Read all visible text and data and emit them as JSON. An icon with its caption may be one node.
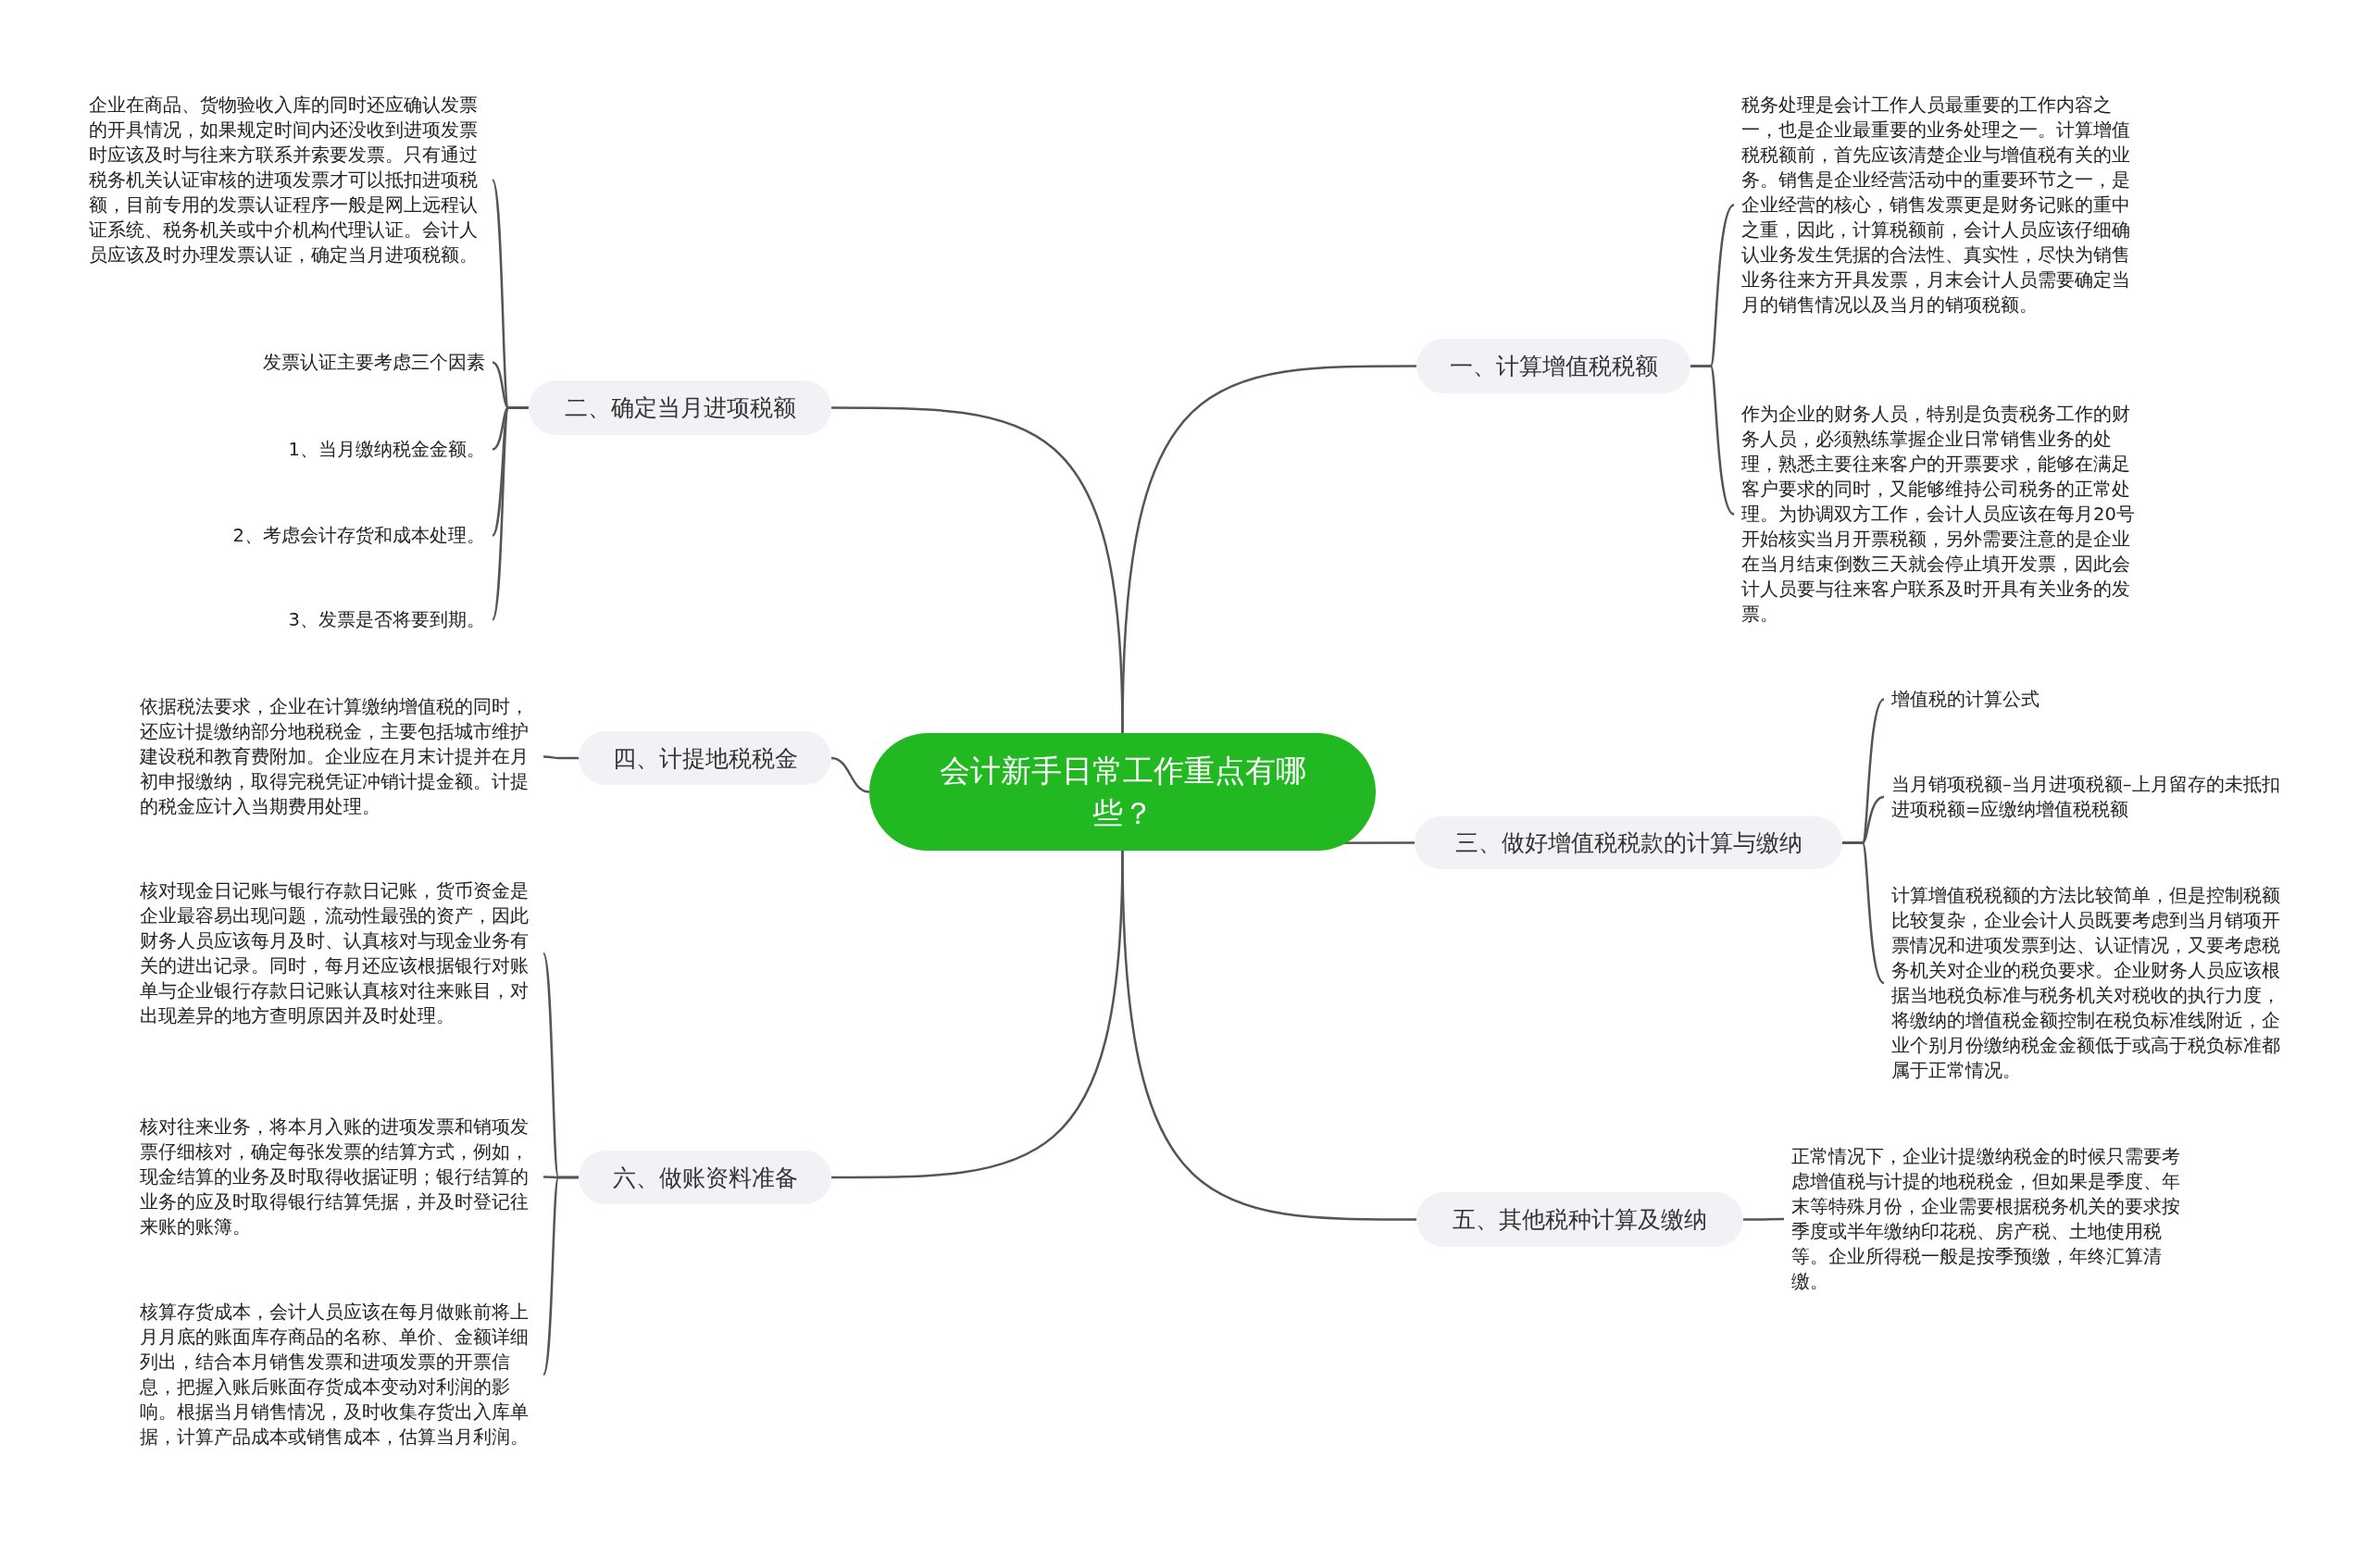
{
  "diagram": {
    "nodes": [
      {
        "text": [
          "会计新手日常工作重点有哪些？"
        ]
      },
      {
        "text": [
          "一、计算增值税税额"
        ]
      },
      {
        "text": [
          "税务处理是会计工作人员最重要的工作内容之一，也是企业最重要的业务处理之一。计算增值税税额前，首先应该清楚企业与增值税有关的业务。销售是企业经营活动中的重要环节之一，是企业经营的核心，销售发票更是财务记账的重中之重，因此，计算税额前，会计人员应该仔细确认业务发生凭据的合法性、真实性，尽快为销售业务往来方开具发票，月末会计人员需要确定当月的销售情况以及当月的销项税额。"
        ]
      },
      {
        "text": [
          "作为企业的财务人员，特别是负责税务工作的财务人员，必须熟练掌握企业日常销售业务的处理，熟悉主要往来客户的开票要求，能够在满足客户要求的同时，又能够维持公司税务的正常处理。为协调双方工作，会计人员应该在每月20号开始核实当月开票税额，另外需要注意的是企业在当月结束倒数三天就会停止填开发票，因此会计人员要与往来客户联系及时开具有关业务的发票。"
        ]
      },
      {
        "text": [
          "二、确定当月进项税额"
        ]
      },
      {
        "text": [
          "企业在商品、货物验收入库的同时还应确认发票的开具情况，如果规定时间内还没收到进项发票时应该及时与往来方联系并索要发票。只有通过税务机关认证审核的进项发票才可以抵扣进项税额，目前专用的发票认证程序一般是网上远程认证系统、税务机关或中介机构代理认证。会计人员应该及时办理发票认证，确定当月进项税额。"
        ]
      },
      {
        "text": [
          "发票认证主要考虑三个因素"
        ]
      },
      {
        "text": [
          "1、当月缴纳税金金额。"
        ]
      },
      {
        "text": [
          "2、考虑会计存货和成本处理。"
        ]
      },
      {
        "text": [
          "3、发票是否将要到期。"
        ]
      },
      {
        "text": [
          "四、计提地税税金"
        ]
      },
      {
        "text": [
          "依据税法要求，企业在计算缴纳增值税的同时，还应计提缴纳部分地税税金，主要包括城市维护建设税和教育费附加。企业应在月末计提并在月初申报缴纳，取得完税凭证冲销计提金额。计提的税金应计入当期费用处理。"
        ]
      },
      {
        "text": [
          "三、做好增值税税款的计算与缴纳"
        ]
      },
      {
        "text": [
          "增值税的计算公式"
        ]
      },
      {
        "text": [
          "当月销项税额–当月进项税额–上月留存的未抵扣进项税额=应缴纳增值税税额"
        ]
      },
      {
        "text": [
          "计算增值税税额的方法比较简单，但是控制税额比较复杂，企业会计人员既要考虑到当月销项开票情况和进项发票到达、认证情况，又要考虑税务机关对企业的税负要求。企业财务人员应该根据当地税负标准与税务机关对税收的执行力度，将缴纳的增值税金额控制在税负标准线附近，企业个别月份缴纳税金金额低于或高于税负标准都属于正常情况。"
        ]
      },
      {
        "text": [
          "六、做账资料准备"
        ]
      },
      {
        "text": [
          "核对现金日记账与银行存款日记账，货币资金是企业最容易出现问题，流动性最强的资产，因此财务人员应该每月及时、认真核对与现金业务有关的进出记录。同时，每月还应该根据银行对账单与企业银行存款日记账认真核对往来账目，对出现差异的地方查明原因并及时处理。"
        ]
      },
      {
        "text": [
          "核对往来业务，将本月入账的进项发票和销项发票仔细核对，确定每张发票的结算方式，例如，现金结算的业务及时取得收据证明；银行结算的业务的应及时取得银行结算凭据，并及时登记往来账的账簿。"
        ]
      },
      {
        "text": [
          "核算存货成本，会计人员应该在每月做账前将上月月底的账面库存商品的名称、单价、金额详细列出，结合本月销售发票和进项发票的开票信息，把握入账后账面存货成本变动对利润的影响。根据当月销售情况，及时收集存货出入库单据，计算产品成本或销售成本，估算当月利润。"
        ]
      },
      {
        "text": [
          "五、其他税种计算及缴纳"
        ]
      },
      {
        "text": [
          "正常情况下，企业计提缴纳税金的时候只需要考虑增值税与计提的地税税金，但如果是季度、年末等特殊月份，企业需要根据税务机关的要求按季度或半年缴纳印花税、房产税、土地使用税等。企业所得税一般是按季预缴，年终汇算清缴。"
        ]
      }
    ],
    "edges": [
      {
        "from": 0,
        "to": 1,
        "arrow": "none"
      },
      {
        "from": 1,
        "to": 2,
        "arrow": "none"
      },
      {
        "from": 1,
        "to": 3,
        "arrow": "none"
      },
      {
        "from": 0,
        "to": 4,
        "arrow": "none"
      },
      {
        "from": 4,
        "to": 5,
        "arrow": "none"
      },
      {
        "from": 4,
        "to": 6,
        "arrow": "none"
      },
      {
        "from": 4,
        "to": 7,
        "arrow": "none"
      },
      {
        "from": 4,
        "to": 8,
        "arrow": "none"
      },
      {
        "from": 4,
        "to": 9,
        "arrow": "none"
      },
      {
        "from": 0,
        "to": 10,
        "arrow": "none"
      },
      {
        "from": 10,
        "to": 11,
        "arrow": "none"
      },
      {
        "from": 0,
        "to": 12,
        "arrow": "none"
      },
      {
        "from": 12,
        "to": 13,
        "arrow": "none"
      },
      {
        "from": 12,
        "to": 14,
        "arrow": "none"
      },
      {
        "from": 12,
        "to": 15,
        "arrow": "none"
      },
      {
        "from": 0,
        "to": 16,
        "arrow": "none"
      },
      {
        "from": 16,
        "to": 17,
        "arrow": "none"
      },
      {
        "from": 16,
        "to": 18,
        "arrow": "none"
      },
      {
        "from": 16,
        "to": 19,
        "arrow": "none"
      },
      {
        "from": 0,
        "to": 20,
        "arrow": "none"
      },
      {
        "from": 20,
        "to": 21,
        "arrow": "none"
      }
    ]
  }
}
